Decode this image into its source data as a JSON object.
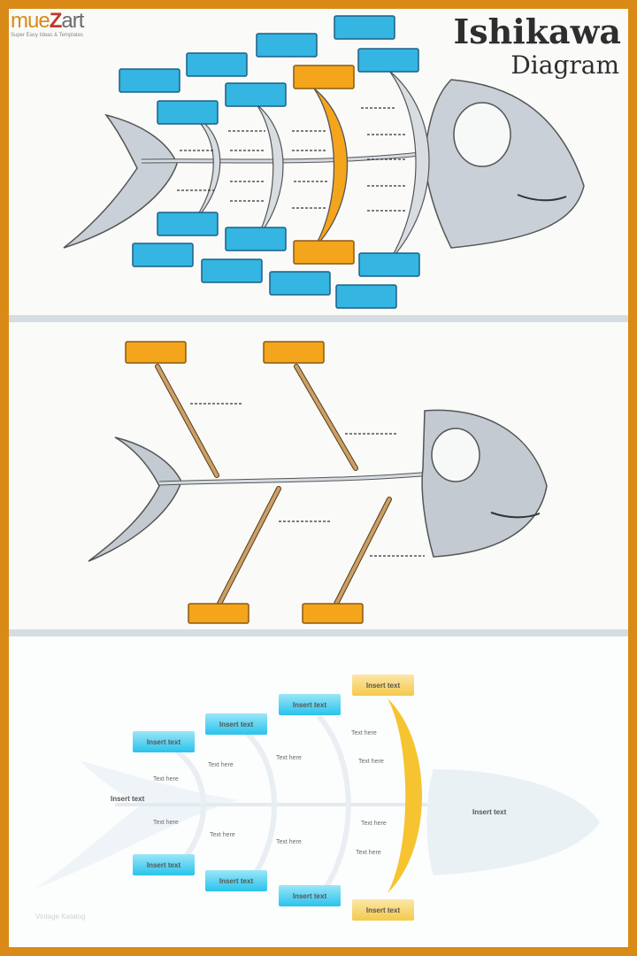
{
  "title": {
    "line1": "Ishikawa",
    "line2": "Diagram"
  },
  "brand": {
    "logo_a": "mue",
    "logo_b": "Z",
    "logo_c": "art",
    "tagline": "Super Easy Ideas & Templates"
  },
  "colors": {
    "frame": "#d98a17",
    "blue_box": "#34b5e2",
    "orange_box": "#f4a51c",
    "fish_body": "#c7ced6",
    "rib": "#d5dbe1"
  },
  "panel3": {
    "insert_text": "Insert text",
    "text_here": "Text here",
    "head_label": "Insert text",
    "tail_label": "Insert text",
    "watermark": "Vintage Katalog"
  }
}
